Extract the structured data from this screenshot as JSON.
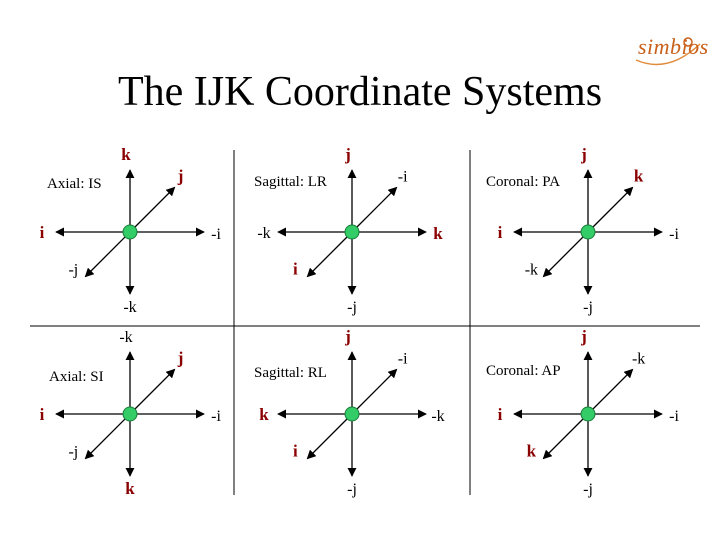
{
  "title": "The IJK Coordinate Systems",
  "logo": {
    "text": "simbios",
    "color": "#c8601a"
  },
  "colors": {
    "node": "#33cc66",
    "node_stroke": "#1a7a3a",
    "axis": "#000000",
    "bold_label": "#8b0000"
  },
  "panels": [
    {
      "id": "axial-is",
      "name": "Axial: IS",
      "labels": {
        "up": "k",
        "down": "-k",
        "left": "i",
        "right": "-i",
        "upright": "j",
        "downleft": "-j"
      }
    },
    {
      "id": "sagittal-lr",
      "name": "Sagittal: LR",
      "labels": {
        "up": "j",
        "down": "-j",
        "left": "-k",
        "right": "k",
        "upright": "-i",
        "downleft": "i"
      }
    },
    {
      "id": "coronal-pa",
      "name": "Coronal: PA",
      "labels": {
        "up": "j",
        "down": "-j",
        "left": "i",
        "right": "-i",
        "upright": "k",
        "downleft": "-k"
      }
    },
    {
      "id": "axial-si",
      "name": "Axial: SI",
      "labels": {
        "up": "-k",
        "down": "k",
        "left": "i",
        "right": "-i",
        "upright": "j",
        "downleft": "-j"
      }
    },
    {
      "id": "sagittal-rl",
      "name": "Sagittal: RL",
      "labels": {
        "up": "j",
        "down": "-j",
        "left": "k",
        "right": "-k",
        "upright": "-i",
        "downleft": "i"
      }
    },
    {
      "id": "coronal-ap",
      "name": "Coronal: AP",
      "labels": {
        "up": "j",
        "down": "-j",
        "left": "i",
        "right": "-i",
        "upright": "-k",
        "downleft": "k"
      }
    }
  ]
}
